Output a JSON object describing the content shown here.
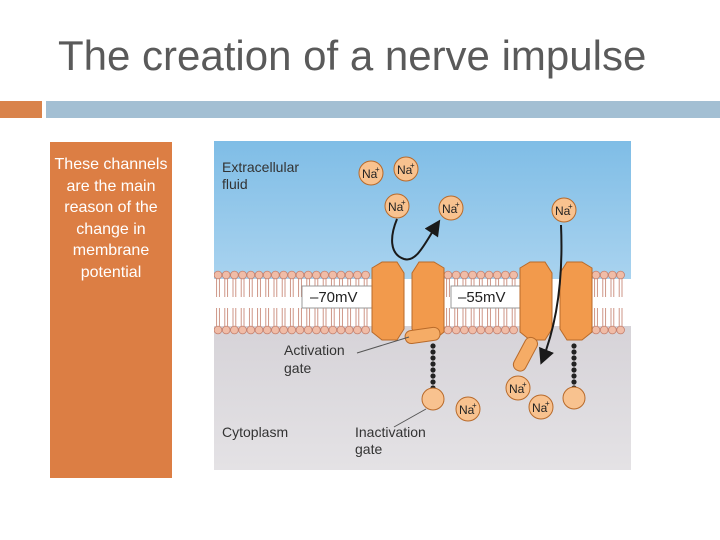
{
  "slide": {
    "title": "The creation of a nerve impulse",
    "side_note": "These channels are the main reason of the change in membrane potential"
  },
  "diagram": {
    "labels": {
      "extracellular_1": "Extracellular",
      "extracellular_2": "fluid",
      "cytoplasm": "Cytoplasm",
      "activation_1": "Activation",
      "activation_2": "gate",
      "inactivation_1": "Inactivation",
      "inactivation_2": "gate",
      "potential_left": "–70mV",
      "potential_right": "–55mV"
    },
    "ion": {
      "symbol": "Na",
      "charge": "+"
    },
    "colors": {
      "extracellular": "#8ec6ea",
      "cytoplasm": "#dedcdf",
      "membrane": "#f0bca7",
      "channel": "#f29a4c",
      "ion": "#f8c28f",
      "accent_orange": "#dc7e44",
      "accent_blue": "#a3bfd3"
    }
  }
}
